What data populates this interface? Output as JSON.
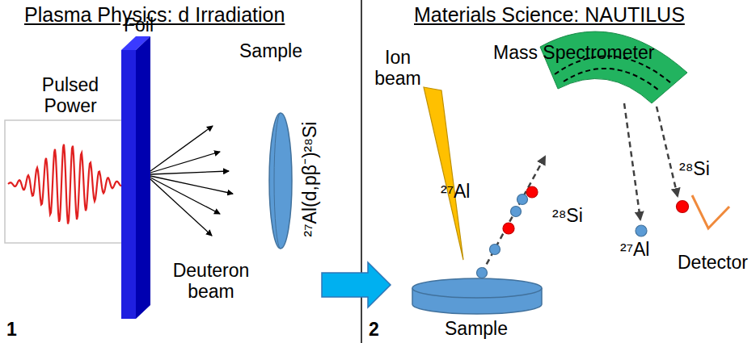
{
  "diagram": {
    "labels": [
      "Plasma Physics: d Irradiation",
      "Foil",
      "Sample",
      "Pulsed Power",
      "²⁷Al(d,pβ⁻)²⁸Si",
      "Deuteron beam",
      "1",
      "Materials Science: NAUTILUS",
      "Ion beam",
      "Mass Spectrometer",
      "²⁸Si",
      "²⁷Al",
      "²⁸Si",
      "²⁷Al",
      "Detector",
      "Sample",
      "2"
    ]
  }
}
